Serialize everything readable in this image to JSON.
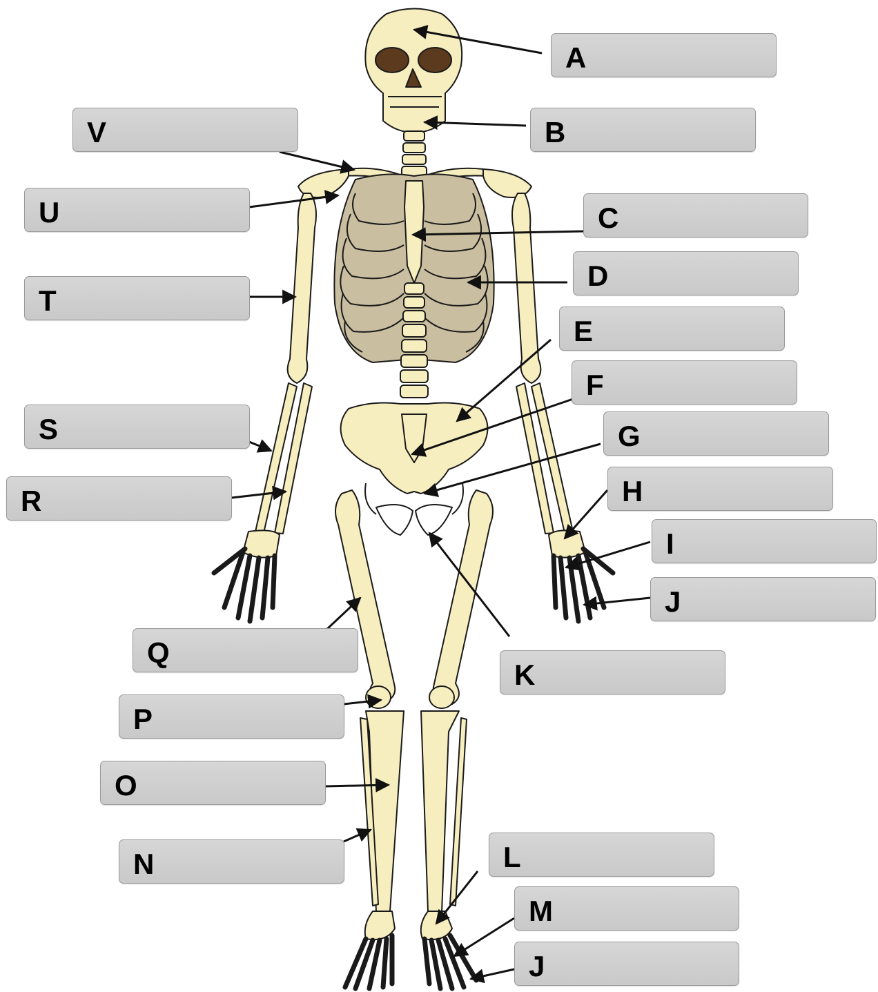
{
  "colors": {
    "bone": "#f7eebf",
    "bone_outline": "#1a1a1a",
    "rib_shadow": "#c9bea0",
    "eye_socket": "#5b3a1e",
    "label_box": "#cccccc",
    "arrow": "#111111"
  },
  "labels": {
    "A": "A",
    "B": "B",
    "C": "C",
    "D": "D",
    "E": "E",
    "F": "F",
    "G": "G",
    "H": "H",
    "I": "I",
    "J": "J",
    "J2": "J",
    "K": "K",
    "L": "L",
    "M": "M",
    "N": "N",
    "O": "O",
    "P": "P",
    "Q": "Q",
    "R": "R",
    "S": "S",
    "T": "T",
    "U": "U",
    "V": "V"
  }
}
